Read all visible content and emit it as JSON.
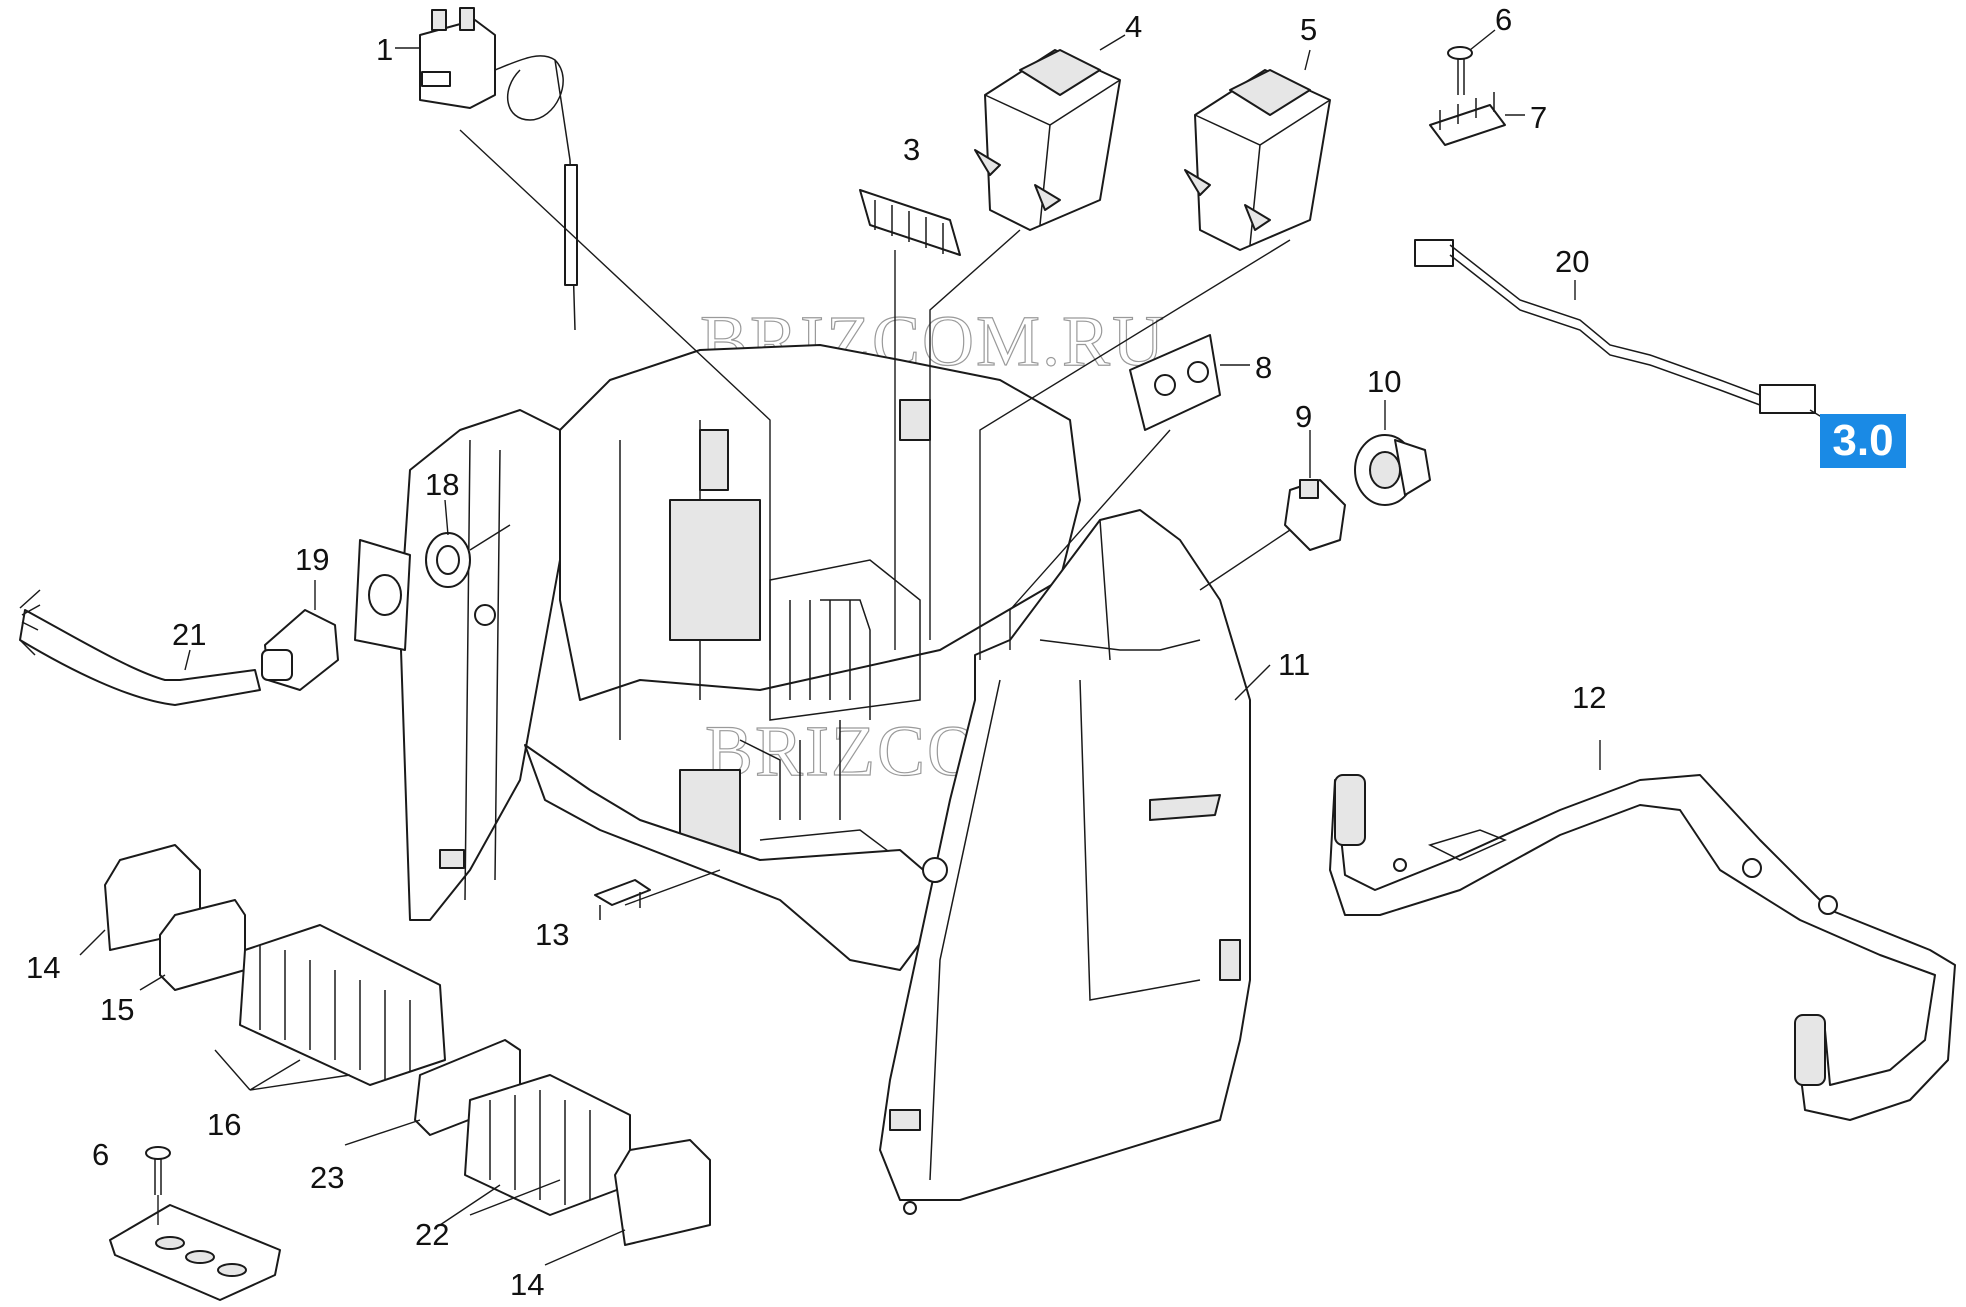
{
  "callouts": [
    {
      "id": "c1",
      "label": "1"
    },
    {
      "id": "c3",
      "label": "3"
    },
    {
      "id": "c4",
      "label": "4"
    },
    {
      "id": "c5",
      "label": "5"
    },
    {
      "id": "c6a",
      "label": "6"
    },
    {
      "id": "c7",
      "label": "7"
    },
    {
      "id": "c8",
      "label": "8"
    },
    {
      "id": "c9",
      "label": "9"
    },
    {
      "id": "c10",
      "label": "10"
    },
    {
      "id": "c11",
      "label": "11"
    },
    {
      "id": "c12",
      "label": "12"
    },
    {
      "id": "c13",
      "label": "13"
    },
    {
      "id": "c14a",
      "label": "14"
    },
    {
      "id": "c14b",
      "label": "14"
    },
    {
      "id": "c15",
      "label": "15"
    },
    {
      "id": "c16",
      "label": "16"
    },
    {
      "id": "c18",
      "label": "18"
    },
    {
      "id": "c19",
      "label": "19"
    },
    {
      "id": "c20",
      "label": "20"
    },
    {
      "id": "c21",
      "label": "21"
    },
    {
      "id": "c22",
      "label": "22"
    },
    {
      "id": "c23",
      "label": "23"
    },
    {
      "id": "c6b",
      "label": "6"
    }
  ],
  "reference_badge": {
    "label": "3.0",
    "color": "#1a8ae5"
  },
  "watermarks": [
    "BRIZCOM.RU",
    "BRIZCOM.RU"
  ]
}
